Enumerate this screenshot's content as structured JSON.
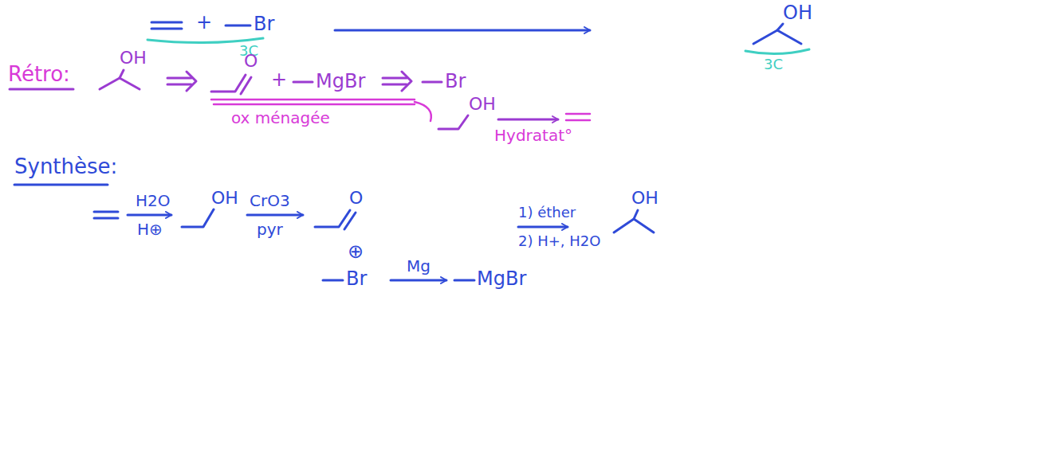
{
  "diagram": {
    "labels": [
      "+",
      "Br",
      "3C",
      "OH",
      "3C",
      "Rétro:",
      "OH",
      "O",
      "+",
      "MgBr",
      "Br",
      "ox ménagée",
      "OH",
      "Hydratat°",
      "Synthèse:",
      "H2O",
      "H⊕",
      "OH",
      "CrO3",
      "pyr",
      "O",
      "⊕",
      "1) éther",
      "2) H+, H2O",
      "OH",
      "Br",
      "Mg",
      "MgBr"
    ]
  }
}
